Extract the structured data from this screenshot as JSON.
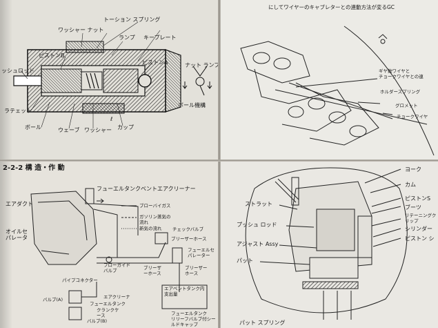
{
  "top_left": {
    "labels": {
      "torsion_spring": "トーション スプリング",
      "washer_nut": "ワッシャー ナット",
      "lamp": "ランプ",
      "key_plate": "キープレート",
      "piston_b": "ピストンB",
      "piston_a": "ピストンA",
      "push_rod": "ッシュロッド",
      "nut_lamp": "ナット ランプ",
      "ratchet": "ラテェット",
      "ball": "ボール",
      "wave": "ウェーブ",
      "washer": "ワッシャー",
      "cup": "カップ",
      "ball_mechanism": "ボール機構",
      "ell": "ℓ"
    }
  },
  "top_right": {
    "header": "にしてワイヤーのキャブレターとの連動方法が変るGC",
    "labels": {
      "gear_wire": "ギヤ数ワイヤと",
      "choke_wire": "チョークワイヤとの連",
      "holder_spring": "ホルダースプリング",
      "grommet": "グロメット",
      "choke_wire2": "チョークワイヤ"
    }
  },
  "bottom_left": {
    "section_title": "2-2-2 構 造・作 動",
    "labels": {
      "fuel_tank_vent": "フューエルタンクベントエアクリーナー",
      "air_duct": "エアダクト",
      "blow_by": "ブローバイガス",
      "gasoline_vapor": "ガソリン蒸気の流れ",
      "fresh_air": "新気の流れ",
      "check_valve": "チェックバルブ",
      "oil_separator": "オイルセパレータ",
      "breather_hose": "ブリーザーホース",
      "fuel_separator": "フューエルセパレーター",
      "flow_guide_valve": "フローガイドバルブ",
      "breather_hose2": "ブリーザーホース",
      "breather_hose3": "ブリーザーホース",
      "pipe_connector": "パイプコネクター",
      "fuel_tank_outlet": "エアベントタンク内支出量",
      "air_cleaner": "エアクリーナ",
      "valve_a": "バルブ(A)",
      "fuel_tank": "フューエルタンク",
      "crank_case": "クランクケース",
      "valve_b": "バルブ(B)",
      "fuel_tank2": "フューエルタンク",
      "relief_valve": "リリーフバルブ付シールドキャップ"
    }
  },
  "bottom_right": {
    "labels": {
      "yoke": "ヨーク",
      "cam": "カム",
      "strut": "ストラット",
      "piston_s": "ピストンS",
      "boot": "ブーツ",
      "push_rod": "プッシュ ロッド",
      "retaining_clip": "リテーニングクリップ",
      "cylinder": "シリンダー",
      "piston_sub": "ピストン シ",
      "adjust_assy": "アジャスト Assy",
      "pad": "パット",
      "pad_spring": "パット スプリング"
    }
  }
}
